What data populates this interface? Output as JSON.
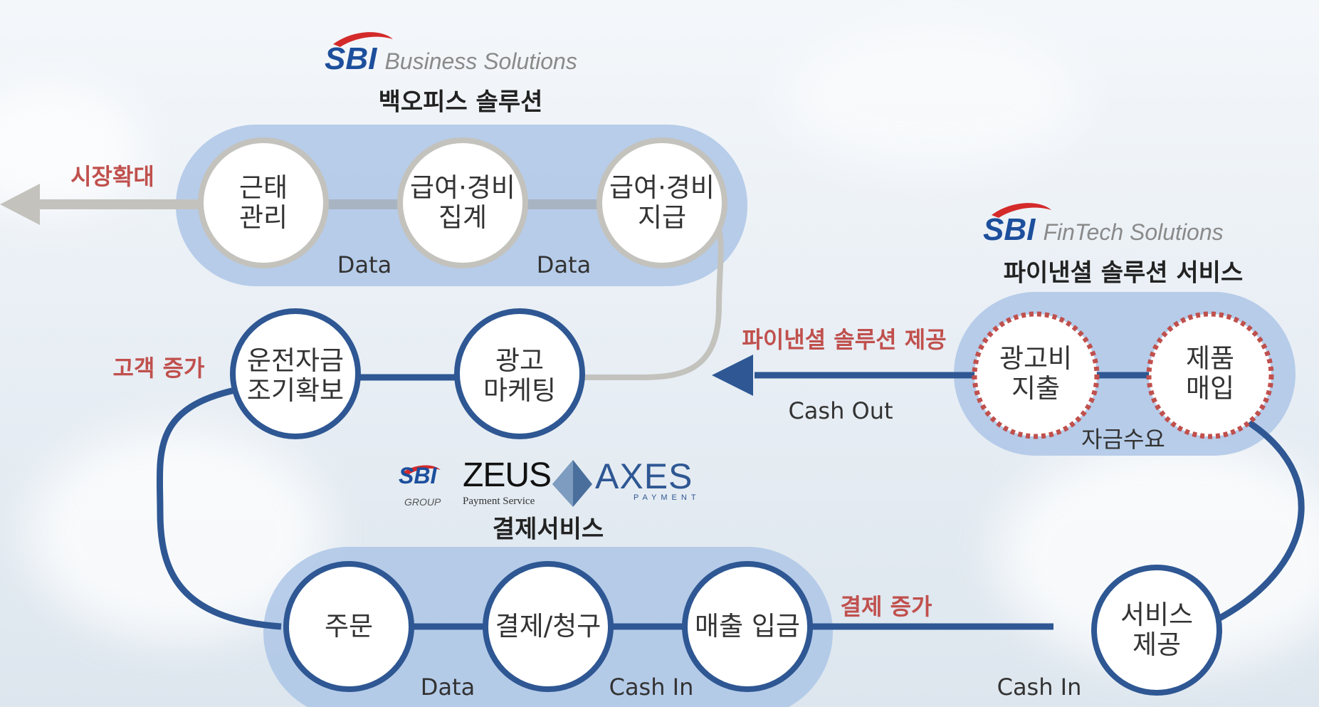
{
  "logos": {
    "business": {
      "brand": "SBI",
      "sub": "Business Solutions"
    },
    "fintech": {
      "brand": "SBI",
      "sub": "FinTech Solutions"
    },
    "payment": {
      "sbi": "SBI",
      "sbi_group": "GROUP",
      "zeus": "ZEUS",
      "zeus_sub": "Payment Service",
      "axes": "AXES",
      "axes_sub": "PAYMENT"
    }
  },
  "headings": {
    "backoffice": "백오피스 솔루션",
    "fintech": "파이낸셜 솔루션 서비스",
    "payment": "결제서비스"
  },
  "nodes": {
    "attendance": "근태\n관리",
    "payroll_tally": "급여·경비\n집계",
    "payroll_pay": "급여·경비\n지급",
    "working_capital": "운전자금\n조기확보",
    "ad_marketing": "광고\n마케팅",
    "ad_spend": "광고비\n지출",
    "product_purchase": "제품\n매입",
    "order": "주문",
    "payment_billing": "결제/청구",
    "sales_deposit": "매출 입금",
    "service_provision": "서비스\n제공"
  },
  "flow_labels": {
    "data1": "Data",
    "data2": "Data",
    "cash_out": "Cash Out",
    "capital_demand": "자금수요",
    "data3": "Data",
    "cash_in1": "Cash In",
    "cash_in2": "Cash In"
  },
  "effects": {
    "market_expansion": "시장확대",
    "customer_increase": "고객 증가",
    "fin_solution_provide": "파이낸셜 솔루션 제공",
    "payment_increase": "결제 증가"
  },
  "colors": {
    "navy": "#2e5793",
    "gray": "#c3c2bd",
    "panel": "#adc6e6",
    "red": "#c0504d",
    "sbi_blue": "#1c4f9c",
    "sbi_red": "#d42a2a"
  }
}
